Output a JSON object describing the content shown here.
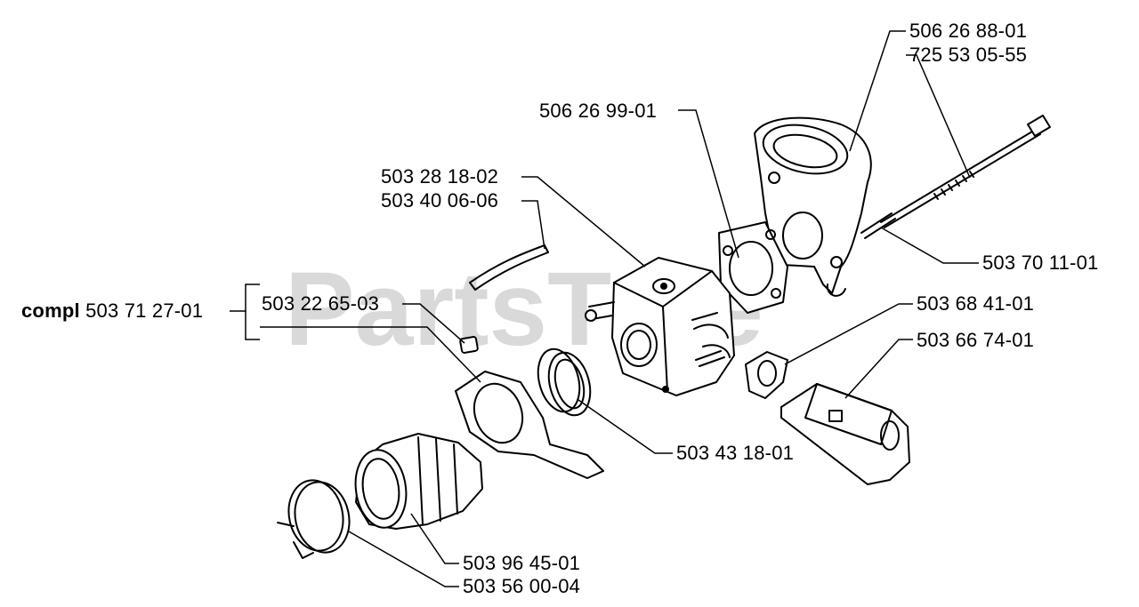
{
  "watermark": "PartsTree",
  "labels": {
    "p1": "506 26 88-01",
    "p2": "725 53 05-55",
    "p3": "506 26 99-01",
    "p4": "503 28 18-02",
    "p5": "503 40 06-06",
    "p6": "503 70 11-01",
    "p7_prefix": "compl",
    "p7": "503 71 27-01",
    "p8": "503 22 65-03",
    "p9": "503 68 41-01",
    "p10": "503 66 74-01",
    "p11": "503 43 18-01",
    "p12": "503 96 45-01",
    "p13": "503 56 00-04"
  }
}
